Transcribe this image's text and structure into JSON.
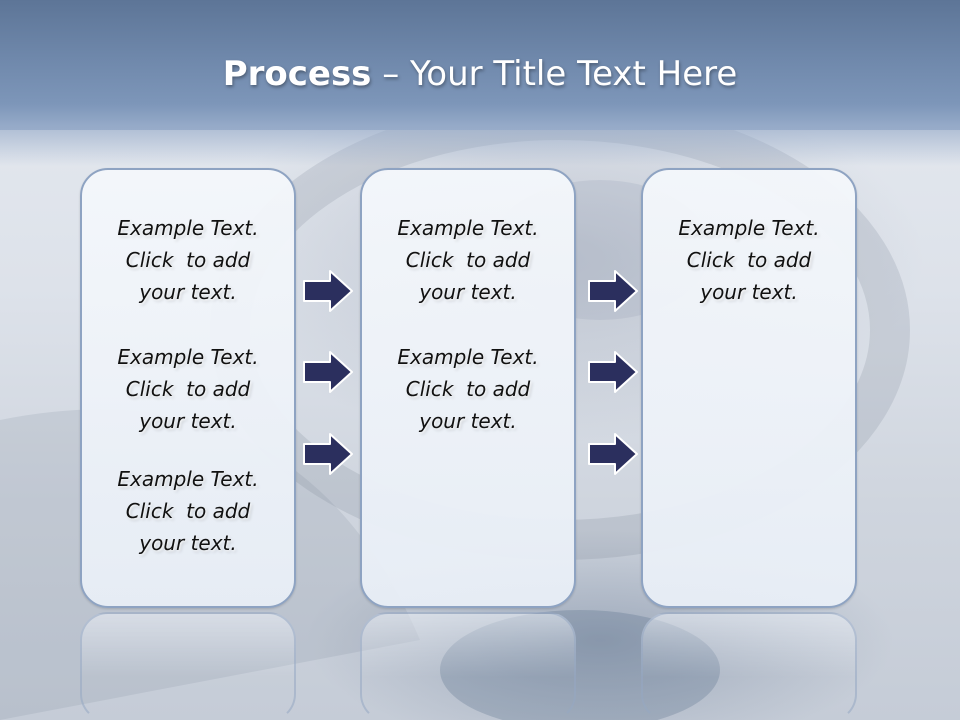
{
  "title": {
    "bold": "Process",
    "rest": " – Your Title Text Here"
  },
  "columns": [
    {
      "blocks": [
        {
          "line1": "Example Text.",
          "line2": "Click  to add",
          "line3": "your text."
        },
        {
          "line1": "Example Text.",
          "line2": "Click  to add",
          "line3": "your text."
        },
        {
          "line1": "Example Text.",
          "line2": "Click  to add",
          "line3": "your text."
        }
      ]
    },
    {
      "blocks": [
        {
          "line1": "Example Text.",
          "line2": "Click  to add",
          "line3": "your text."
        },
        {
          "line1": "Example Text.",
          "line2": "Click  to add",
          "line3": "your text."
        }
      ]
    },
    {
      "blocks": [
        {
          "line1": "Example Text.",
          "line2": "Click  to add",
          "line3": "your text."
        }
      ]
    }
  ],
  "colors": {
    "header": "#6f88ab",
    "panel_border": "#8ea3c2",
    "arrow_fill": "#2b2f5e",
    "arrow_stroke": "#ffffff"
  }
}
